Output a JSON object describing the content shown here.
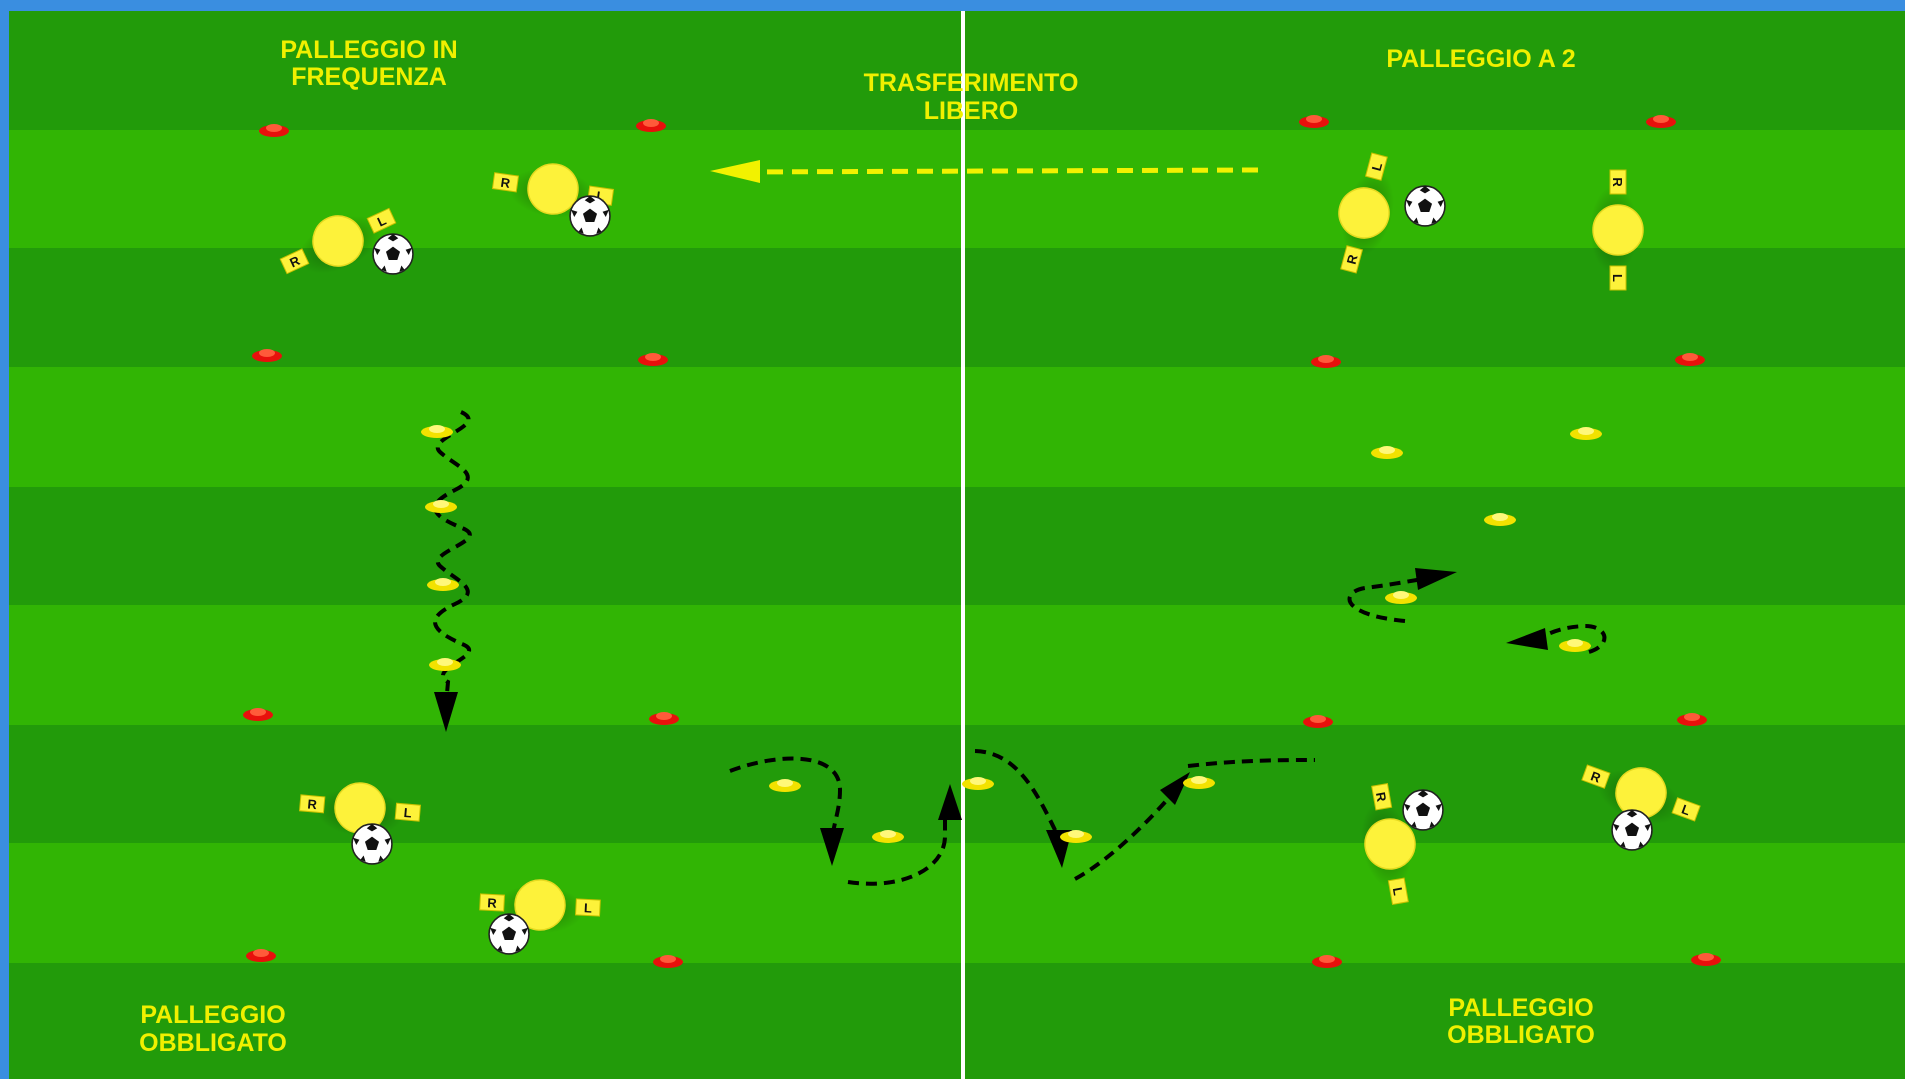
{
  "diagram": {
    "colors": {
      "border": "#3a8ee0",
      "stripe_dark": "#229b0a",
      "stripe_light": "#31b504",
      "line": "#ffffff",
      "label": "#f0f000",
      "cone_red": "#e8100c",
      "cone_yellow": "#f2e200",
      "player": "#fdf23a",
      "arrow_yellow": "#f2f200",
      "arrow_black": "#000000"
    },
    "labels": {
      "top_left": [
        "PALLEGGIO IN",
        "FREQUENZA"
      ],
      "top_center": [
        "TRASFERIMENTO",
        "LIBERO"
      ],
      "top_right": "PALLEGGIO A 2",
      "bottom_left": [
        "PALLEGGIO",
        "OBBLIGATO"
      ],
      "bottom_right": [
        "PALLEGGIO",
        "OBBLIGATO"
      ]
    },
    "foot_letters": {
      "left": "L",
      "right": "R"
    },
    "icons": {
      "player": "player-icon",
      "ball": "soccer-ball-icon",
      "red_cone": "red-cone-icon",
      "yellow_cone": "yellow-cone-icon"
    }
  }
}
